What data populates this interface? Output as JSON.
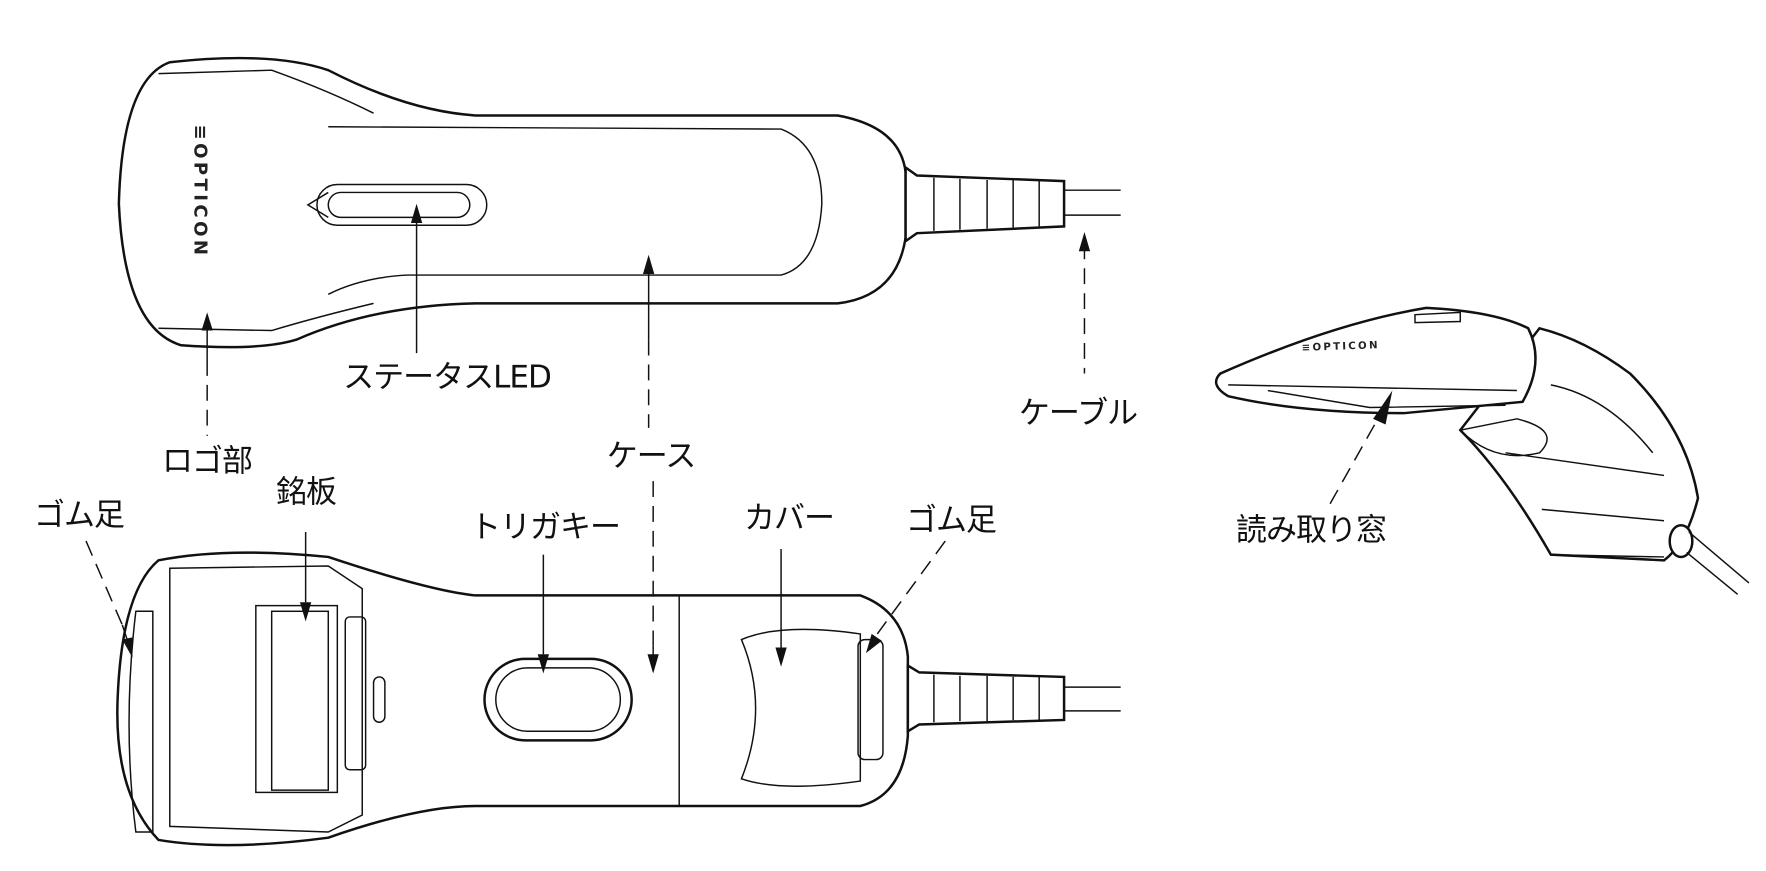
{
  "diagram": {
    "logo_text": "≡OPTICON",
    "labels": {
      "status_led": "ステータスLED",
      "logo_area": "ロゴ部",
      "cable": "ケーブル",
      "case": "ケース",
      "nameplate": "銘板",
      "rubber_foot_left": "ゴム足",
      "trigger_key": "トリガキー",
      "cover": "カバー",
      "rubber_foot_right": "ゴム足",
      "read_window": "読み取り窓"
    }
  }
}
